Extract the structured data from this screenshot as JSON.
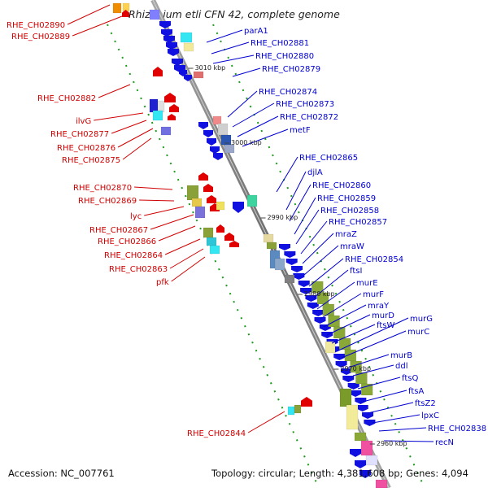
{
  "title": "Rhizobium etli CFN 42, complete genome",
  "accession": "Accession: NC_007761",
  "summary": "Topology: circular; Length: 4,381,608 bp; Genes: 4,094",
  "kbp_marks": [
    "3010 kbp",
    "3000 kbp",
    "2990 kbp",
    "2980 kbp",
    "2970 kbp",
    "2960 kbp"
  ],
  "left_labels": [
    "RHE_CH02890",
    "RHE_CH02889",
    "RHE_CH02882",
    "ilvG",
    "RHE_CH02877",
    "RHE_CH02876",
    "RHE_CH02875",
    "RHE_CH02870",
    "RHE_CH02869",
    "lyc",
    "RHE_CH02867",
    "RHE_CH02866",
    "RHE_CH02864",
    "RHE_CH02863",
    "pfk",
    "RHE_CH02844"
  ],
  "right_labels": [
    "parA1",
    "RHE_CH02881",
    "RHE_CH02880",
    "RHE_CH02879",
    "RHE_CH02874",
    "RHE_CH02873",
    "RHE_CH02872",
    "metF",
    "RHE_CH02865",
    "djlA",
    "RHE_CH02860",
    "RHE_CH02859",
    "RHE_CH02858",
    "RHE_CH02857",
    "mraZ",
    "mraW",
    "RHE_CH02854",
    "ftsI",
    "murE",
    "murF",
    "mraY",
    "murD",
    "ftsW",
    "murG",
    "murC",
    "murB",
    "ddl",
    "ftsQ",
    "ftsA",
    "ftsZ2",
    "lpxC",
    "RHE_CH02838",
    "recN"
  ],
  "colors": {
    "forward": "#e00000",
    "reverse": "#1010e0",
    "label_left": "#d00000",
    "label_right": "#0000d0",
    "backbone": "#8c8c8c"
  }
}
